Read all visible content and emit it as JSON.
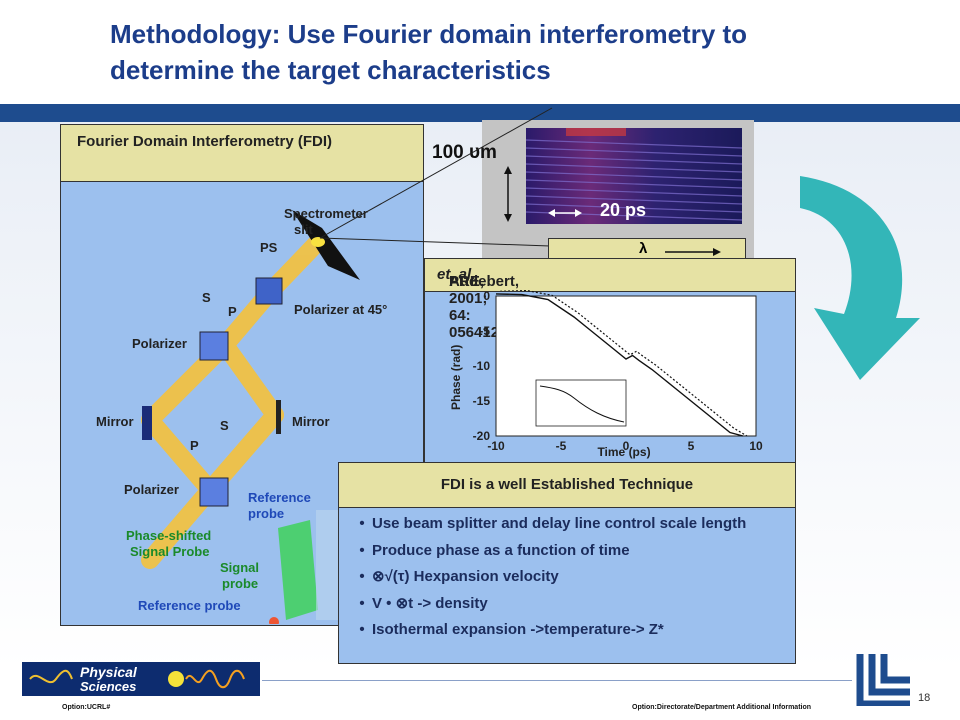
{
  "slide": {
    "title": "Methodology: Use Fourier domain interferometry to determine the target characteristics",
    "page_number": "18",
    "footer_left": "Option:UCRL#",
    "footer_right": "Option:Directorate/Department Additional Information",
    "logo_line1": "Physical",
    "logo_line2": "Sciences"
  },
  "fdi_panel": {
    "header": "Fourier Domain Interferometry (FDI)",
    "labels": {
      "spectrometer": "Spectrometer",
      "slit": "slit",
      "ps": "PS",
      "s_top": "S",
      "p_top": "P",
      "polarizer45": "Polarizer at 45°",
      "polarizer_top": "Polarizer",
      "mirror_left": "Mirror",
      "mirror_right": "Mirror",
      "s_mid": "S",
      "p_mid": "P",
      "polarizer_bottom": "Polarizer",
      "reference_probe_1": "Reference",
      "reference_probe_2": "probe",
      "phase_shifted_1": "Phase-shifted",
      "phase_shifted_2": "Signal Probe",
      "signal_probe_1": "Signal",
      "signal_probe_2": "probe",
      "reference_probe_bottom": "Reference probe"
    }
  },
  "image_panel": {
    "scale_vertical": "100 υm",
    "scale_horizontal": "20 ps",
    "lambda": "λ"
  },
  "graph_panel": {
    "header_prefix": "Audebert, ",
    "header_italic": "et. al.",
    "header_suffix": " PRE, 2001; 64: 056412",
    "chart_data": {
      "type": "line",
      "xlabel": "Time (ps)",
      "ylabel": "Phase (rad)",
      "xlim": [
        -10,
        10
      ],
      "ylim": [
        -20,
        0
      ],
      "xticks": [
        "-10",
        "-5",
        "0",
        "5",
        "10"
      ],
      "yticks": [
        "0",
        "-5",
        "-10",
        "-15",
        "-20"
      ],
      "series": [
        {
          "x": [
            -10,
            -8,
            -6,
            -4,
            -3,
            -2,
            -1,
            0,
            0.5,
            1,
            2,
            3,
            4,
            5,
            6,
            7,
            8,
            9
          ],
          "y": [
            0.3,
            0.2,
            -0.5,
            -3,
            -4.5,
            -6,
            -7.5,
            -9,
            -8.5,
            -9.2,
            -10.5,
            -12,
            -13.5,
            -15,
            -16.5,
            -18,
            -19.5,
            -21
          ]
        }
      ]
    }
  },
  "technique_panel": {
    "header": "FDI is a well Established Technique",
    "bullets": [
      {
        "bullet": "•",
        "text": "Use beam splitter and delay line control scale length"
      },
      {
        "bullet": "•",
        "text": "Produce phase as a function of time"
      },
      {
        "bullet": "•",
        "text": "⊗√(τ) Ηexpansion velocity"
      },
      {
        "bullet": "•",
        "text": "V • ⊗t -> density"
      },
      {
        "bullet": "•",
        "text": "Isothermal expansion ->temperature-> Z*"
      }
    ]
  }
}
